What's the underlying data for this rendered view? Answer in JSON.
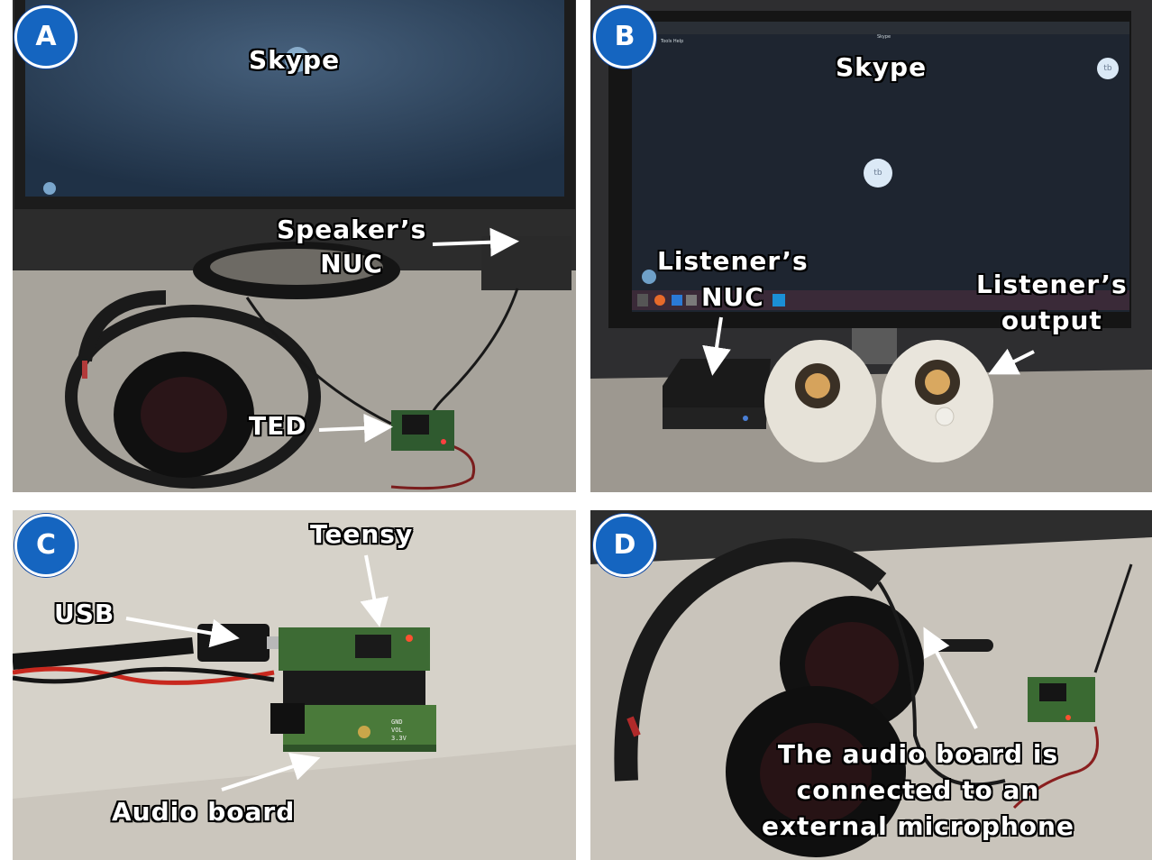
{
  "panels": [
    {
      "letter": "A",
      "labels": {
        "skype": "Skype",
        "speaker_nuc": "Speaker’s\nNUC",
        "ted": "TED"
      }
    },
    {
      "letter": "B",
      "labels": {
        "skype": "Skype",
        "listener_nuc": "Listener’s\nNUC",
        "listener_output": "Listener’s\noutput"
      },
      "screen": {
        "avatar_initials": "tb",
        "app_title": "Skype",
        "menu_text": "Tools  Help"
      }
    },
    {
      "letter": "C",
      "labels": {
        "teensy": "Teensy",
        "usb": "USB",
        "audio_board": "Audio board"
      },
      "board_silkscreen": [
        "GND",
        "VOL",
        "3.3V"
      ]
    },
    {
      "letter": "D",
      "labels": {
        "caption": "The audio board is\nconnected to an\nexternal microphone"
      }
    }
  ],
  "colors": {
    "badge_blue": "#1565c0",
    "label_fill": "#ffffff",
    "label_outline": "#000000",
    "arrow": "#ffffff"
  }
}
